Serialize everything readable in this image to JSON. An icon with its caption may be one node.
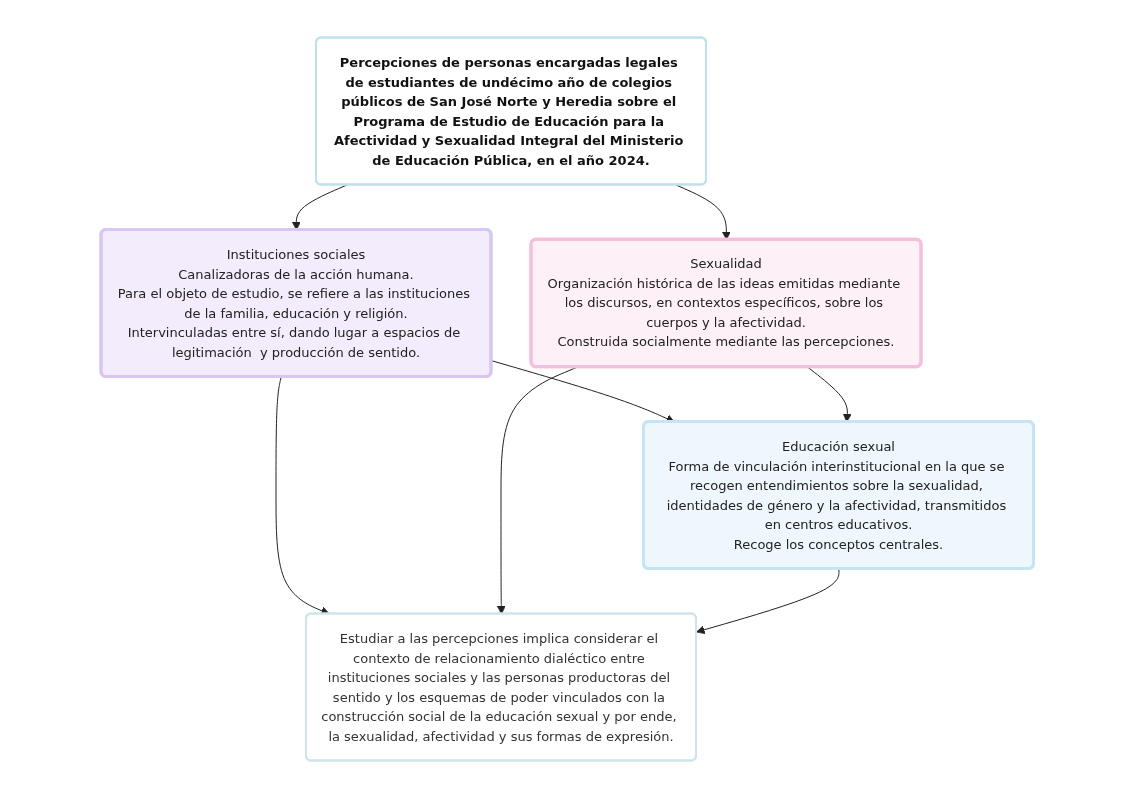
{
  "diagram": {
    "nodes": [
      {
        "text": [
          "Percepciones de personas encargadas legales de estudiantes de undécimo año de colegios públicos de San José Norte y Heredia sobre el Programa de Estudio de Educación para la Afectividad y Sexualidad Integral del Ministerio de Educación Pública, en el año 2024."
        ]
      },
      {
        "text": [
          "Instituciones sociales",
          "Canalizadoras de la acción humana.",
          "Para el objeto de estudio, se refiere a las instituciones de la familia, educación y religión.",
          "Intervinculadas entre sí, dando lugar a espacios de legitimación  y producción de sentido."
        ]
      },
      {
        "text": [
          "Sexualidad",
          "Organización histórica de las ideas emitidas mediante los discursos, en contextos específicos, sobre los cuerpos y la afectividad.",
          "Construida socialmente mediante las percepciones."
        ]
      },
      {
        "text": [
          "Educación sexual",
          "Forma de vinculación interinstitucional en la que se recogen entendimientos sobre la sexualidad, identidades de género y la afectividad, transmitidos en centros educativos.",
          "Recoge los conceptos centrales."
        ]
      },
      {
        "text": [
          "Estudiar a las percepciones implica considerar el contexto de relacionamiento dialéctico entre instituciones sociales y las personas productoras del sentido y los esquemas de poder vinculados con la construcción social de la educación sexual y por ende, la sexualidad, afectividad y sus formas de expresión."
        ]
      }
    ],
    "edges": [
      {
        "from": 0,
        "to": 1,
        "arrow": "to"
      },
      {
        "from": 0,
        "to": 2,
        "arrow": "to"
      },
      {
        "from": 1,
        "to": 3,
        "arrow": "to"
      },
      {
        "from": 2,
        "to": 3,
        "arrow": "to"
      },
      {
        "from": 1,
        "to": 4,
        "arrow": "to"
      },
      {
        "from": 2,
        "to": 4,
        "arrow": "to"
      },
      {
        "from": 3,
        "to": 4,
        "arrow": "to"
      }
    ]
  }
}
